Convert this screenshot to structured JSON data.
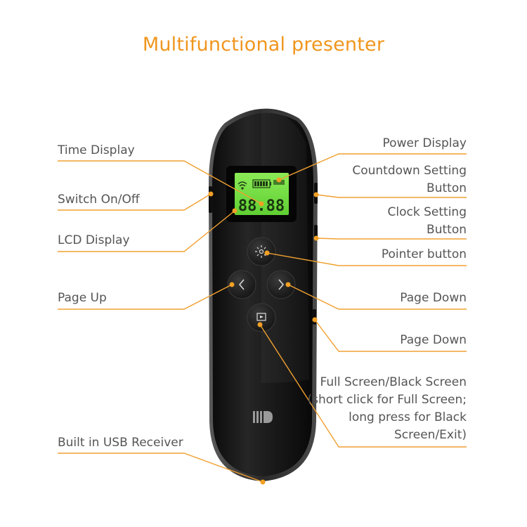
{
  "title": "Multifunctional presenter",
  "labels": {
    "time_display": "Time Display",
    "switch_on_off": "Switch On/Off",
    "lcd_display": "LCD Display",
    "page_up": "Page Up",
    "usb_receiver": "Built in USB Receiver",
    "power_display": "Power Display",
    "countdown_setting": "Countdown Setting\nButton",
    "clock_setting": "Clock Setting\nButton",
    "pointer_button": "Pointer button",
    "page_down_1": "Page Down",
    "page_down_2": "Page Down",
    "fullscreen": "Full Screen/Black Screen\n(short click for Full Screen;\nlong press for Black\nScreen/Exit)"
  },
  "device": {
    "lcd_digits": "88:88",
    "logo_text": "D"
  },
  "colors": {
    "accent": "#f0961e",
    "label_text": "#555555",
    "lcd_green": "#7ee04a",
    "device_body": "#1a1a1a"
  }
}
